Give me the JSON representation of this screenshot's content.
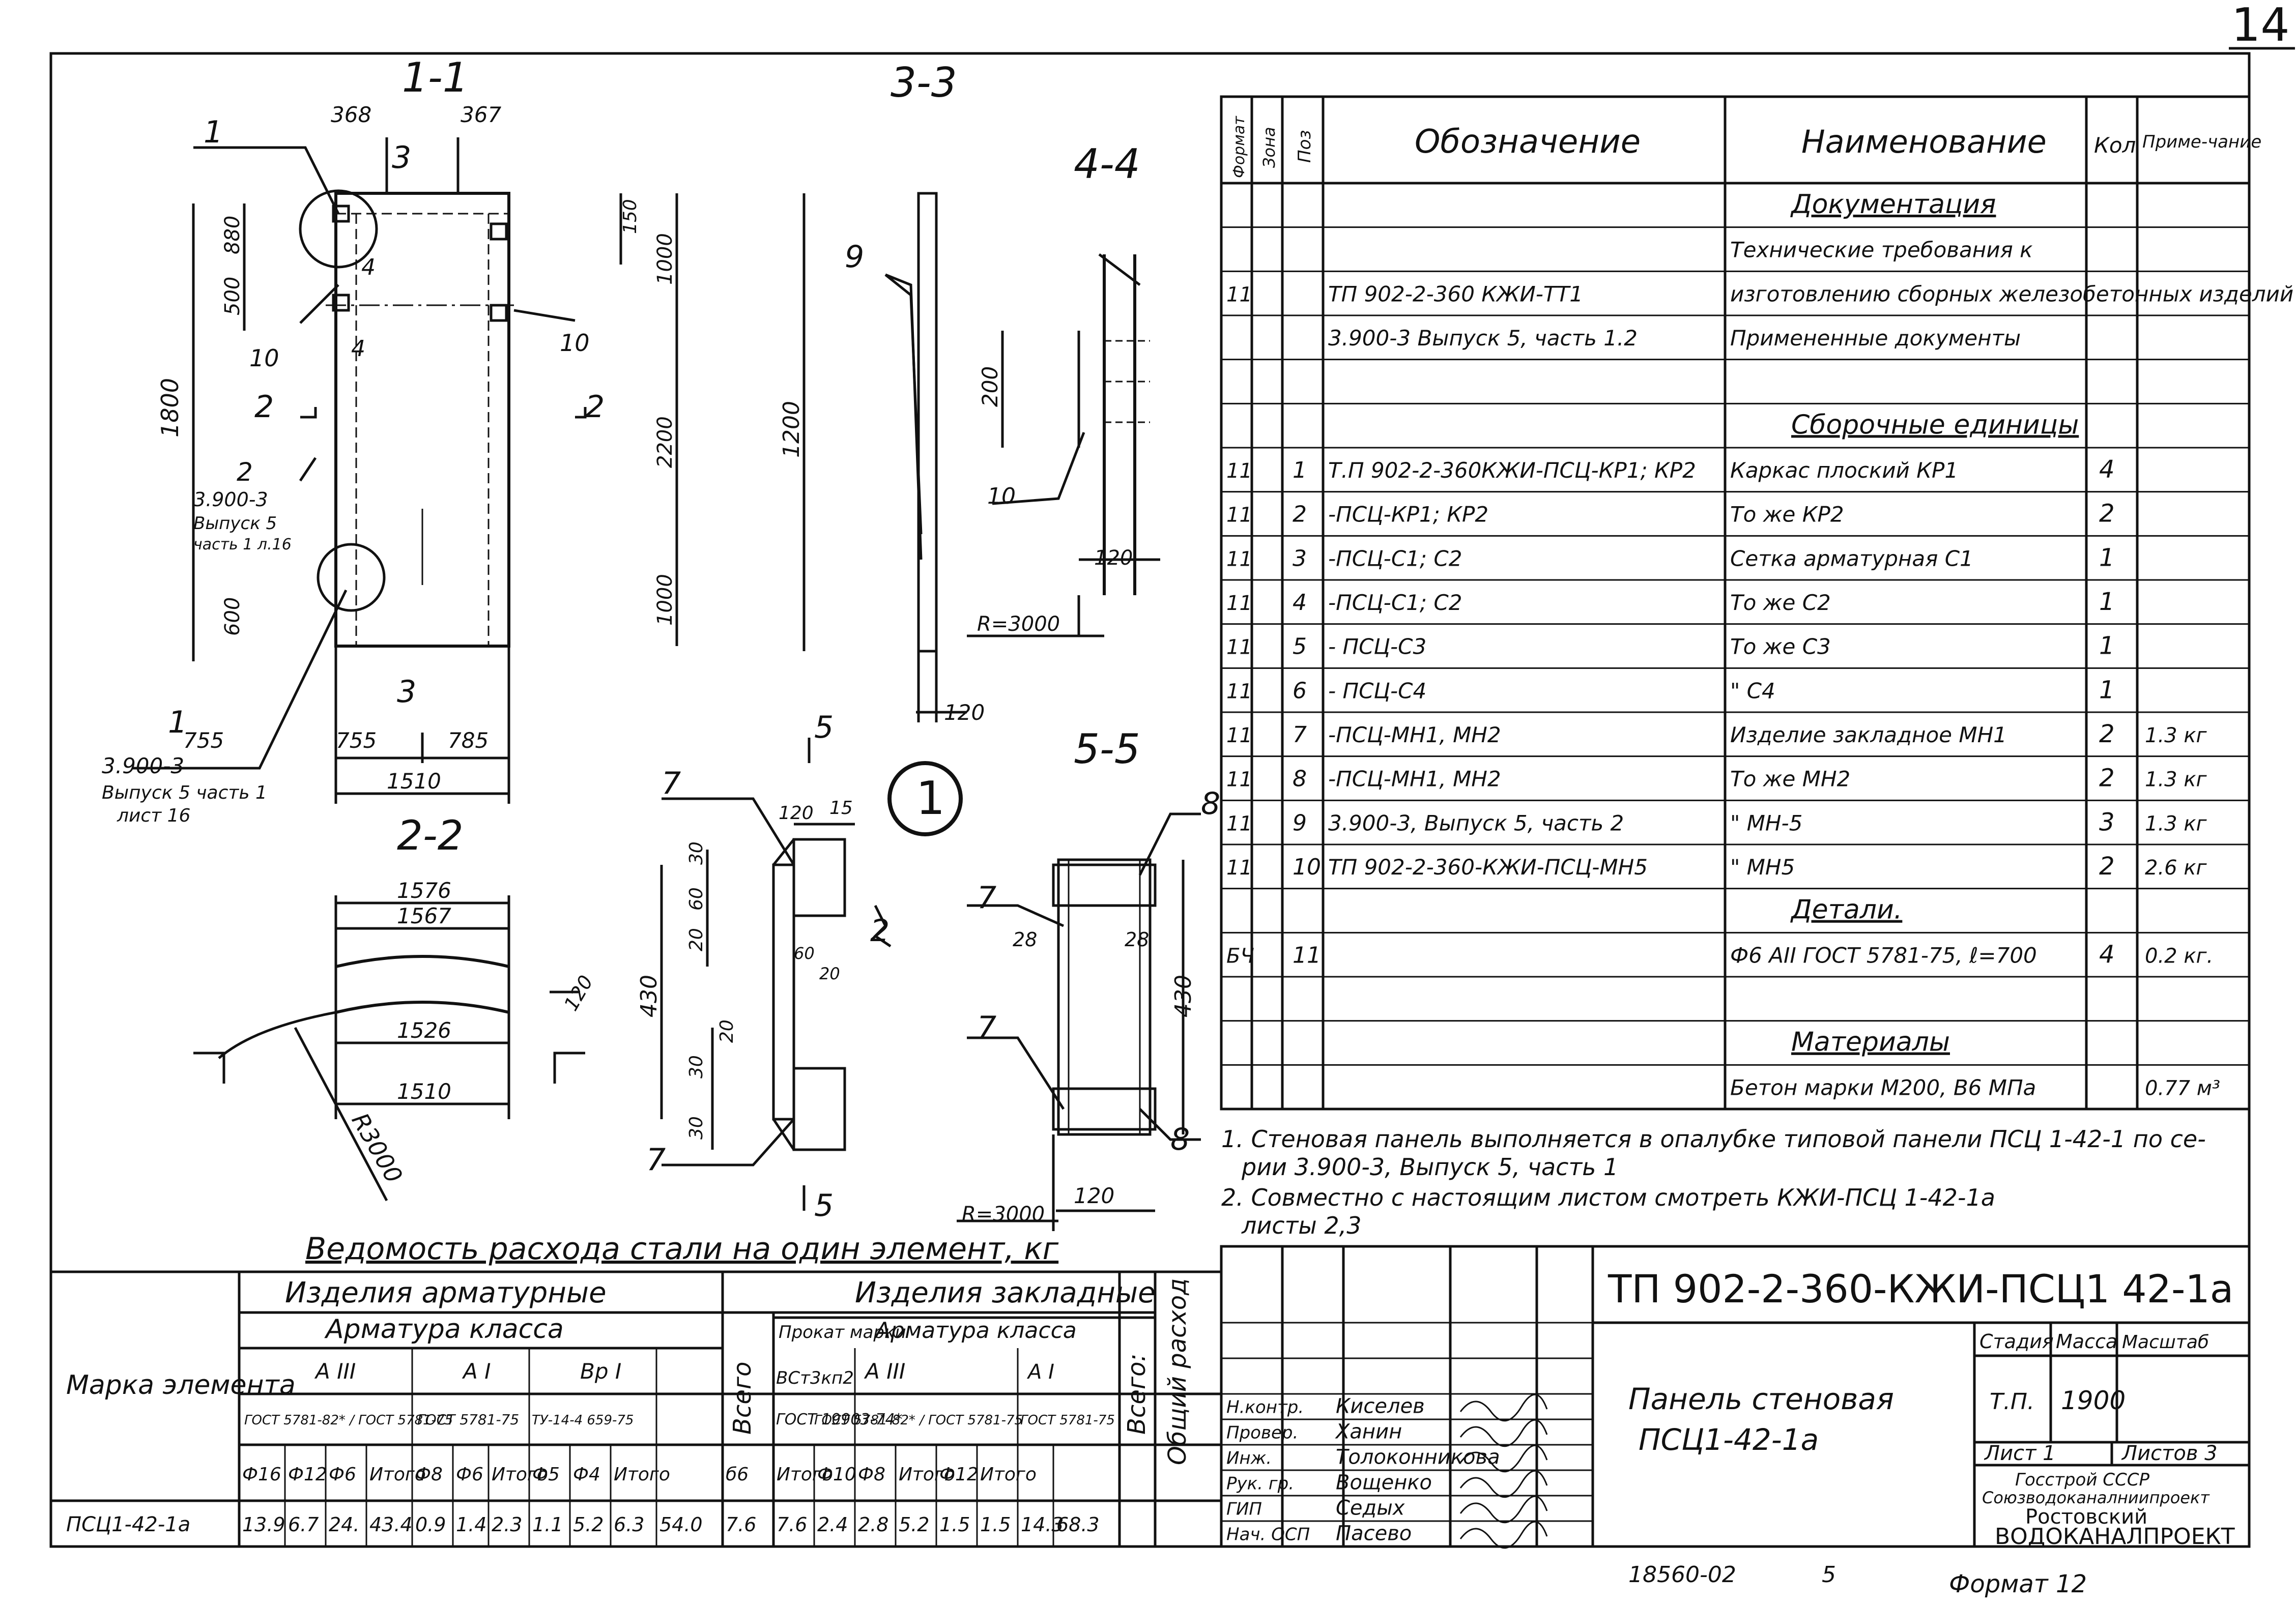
{
  "sheet": {
    "page_number": "14",
    "format": "Формат 12",
    "bottom_code": "18560-02",
    "bottom_num": "5",
    "drawing_code": "ТП 902-2-360-КЖИ-ПСЦ1 42-1а"
  },
  "sections": {
    "s11": "1-1",
    "s22": "2-2",
    "s33": "3-3",
    "s44": "4-4",
    "s55": "5-5",
    "circle": "1"
  },
  "dims": {
    "d368": "368",
    "d367": "367",
    "d880": "880",
    "d500": "500",
    "d150": "150",
    "d1000a": "1000",
    "d2200": "2200",
    "d1000b": "1000",
    "d1800": "1800",
    "d600": "600",
    "d755a": "755",
    "d755b": "785",
    "d1510": "1510",
    "d1200": "1200",
    "d200": "200",
    "d120a": "120",
    "r3000a": "R=3000",
    "d120b": "120",
    "d120c": "120",
    "d15": "15",
    "d30a": "30",
    "d60a": "60",
    "d20a": "20",
    "d60b": "60",
    "d20b": "20",
    "d430a": "430",
    "d20c": "20",
    "d30b": "30",
    "d30c": "30",
    "d28a": "28",
    "d28b": "28",
    "d430b": "430",
    "r3000b": "R=3000",
    "d120d": "120",
    "d1576": "1576",
    "d1567": "1567",
    "d1526": "1526",
    "d1510b": "1510",
    "d120e": "120",
    "r3000c": "R3000"
  },
  "labels": {
    "p1": "1",
    "p3": "3",
    "p4": "4",
    "p10a": "10",
    "p10b": "10",
    "p2a": "2",
    "p2b": "2",
    "p4b": "4",
    "p2c": "2",
    "ref2": "3.900-3",
    "ref2b": "Выпуск 5",
    "ref2c": "часть 1 л.16",
    "p1b": "1",
    "ref1a": "3.900-3",
    "ref1b": "Выпуск 5 часть 1",
    "ref1c": "лист 16",
    "p3b": "3",
    "p9": "9",
    "p10c": "10",
    "p5": "5",
    "p7a": "7",
    "p7b": "7",
    "p2d": "2",
    "p5b": "5",
    "p8a": "8",
    "p7c": "7",
    "p7d": "7",
    "p8b": "8",
    "p1c": "1"
  },
  "spec": {
    "col_format": "Формат",
    "col_zone": "Зона",
    "col_pos": "Поз",
    "col_designation": "Обозначение",
    "col_name": "Наименование",
    "col_qty": "Кол",
    "col_note": "Приме-чание",
    "rows": [
      {
        "f": "",
        "pos": "",
        "des": "",
        "name": "Документация",
        "qty": "",
        "note": ""
      },
      {
        "f": "",
        "pos": "",
        "des": "",
        "name": "Технические требования к",
        "qty": "",
        "note": ""
      },
      {
        "f": "11",
        "pos": "",
        "des": "ТП 902-2-360 КЖИ-ТТ1",
        "name": "изготовлению сборных железобетонных изделий",
        "qty": "",
        "note": ""
      },
      {
        "f": "",
        "pos": "",
        "des": "3.900-3 Выпуск 5, часть 1.2",
        "name": "Примененные документы",
        "qty": "",
        "note": ""
      },
      {
        "f": "",
        "pos": "",
        "des": "",
        "name": "",
        "qty": "",
        "note": ""
      },
      {
        "f": "",
        "pos": "",
        "des": "",
        "name": "Сборочные единицы",
        "qty": "",
        "note": ""
      },
      {
        "f": "11",
        "pos": "1",
        "des": "Т.П 902-2-360КЖИ-ПСЦ-КР1; КР2",
        "name": "Каркас плоский КР1",
        "qty": "4",
        "note": ""
      },
      {
        "f": "11",
        "pos": "2",
        "des": "-ПСЦ-КР1; КР2",
        "name": "То же КР2",
        "qty": "2",
        "note": ""
      },
      {
        "f": "11",
        "pos": "3",
        "des": "-ПСЦ-С1; С2",
        "name": "Сетка арматурная С1",
        "qty": "1",
        "note": ""
      },
      {
        "f": "11",
        "pos": "4",
        "des": "-ПСЦ-С1; С2",
        "name": "То же С2",
        "qty": "1",
        "note": ""
      },
      {
        "f": "11",
        "pos": "5",
        "des": "- ПСЦ-С3",
        "name": "То же С3",
        "qty": "1",
        "note": ""
      },
      {
        "f": "11",
        "pos": "6",
        "des": "- ПСЦ-С4",
        "name": "\" С4",
        "qty": "1",
        "note": ""
      },
      {
        "f": "11",
        "pos": "7",
        "des": "-ПСЦ-МН1, МН2",
        "name": "Изделие закладное МН1",
        "qty": "2",
        "note": "1.3 кг"
      },
      {
        "f": "11",
        "pos": "8",
        "des": "-ПСЦ-МН1, МН2",
        "name": "То же МН2",
        "qty": "2",
        "note": "1.3 кг"
      },
      {
        "f": "11",
        "pos": "9",
        "des": "3.900-3, Выпуск 5, часть 2",
        "name": "\" МН-5",
        "qty": "3",
        "note": "1.3 кг"
      },
      {
        "f": "11",
        "pos": "10",
        "des": "ТП 902-2-360-КЖИ-ПСЦ-МН5",
        "name": "\" МН5",
        "qty": "2",
        "note": "2.6 кг"
      },
      {
        "f": "",
        "pos": "",
        "des": "",
        "name": "Детали.",
        "qty": "",
        "note": ""
      },
      {
        "f": "БЧ",
        "pos": "11",
        "des": "",
        "name": "Ф6 АII ГОСТ 5781-75, ℓ=700",
        "qty": "4",
        "note": "0.2 кг."
      },
      {
        "f": "",
        "pos": "",
        "des": "",
        "name": "",
        "qty": "",
        "note": ""
      },
      {
        "f": "",
        "pos": "",
        "des": "",
        "name": "Материалы",
        "qty": "",
        "note": ""
      },
      {
        "f": "",
        "pos": "",
        "des": "",
        "name": "Бетон марки М200, В6 МПа",
        "qty": "",
        "note": "0.77 м³"
      }
    ]
  },
  "notes": {
    "n1": "1. Стеновая панель выполняется в опалубке типовой панели ПСЦ 1-42-1 по се-",
    "n1b": "рии 3.900-3, Выпуск 5, часть 1",
    "n2": "2. Совместно с настоящим листом смотреть КЖИ-ПСЦ 1-42-1а",
    "n2b": "листы 2,3"
  },
  "steel": {
    "title": "Ведомость расхода стали на один элемент, кг",
    "mark_hdr": "Марка элемента",
    "g1": "Изделия арматурные",
    "g1sub": "Арматура класса",
    "g2": "Изделия закладные",
    "prokat": "Прокат марки",
    "g2sub": "Арматура класса",
    "c_AIII": "А III",
    "c_AI": "А I",
    "c_BpI": "Вр I",
    "gost_AIII": "ГОСТ 5781-82* / ГОСТ 5781-75",
    "gost_AI": "ГОСТ 5781-75",
    "gost_BpI": "ТУ-14-4 659-75",
    "vsego1": "Всего",
    "prokat_m": "ВСт3кп2",
    "gost_prokat": "ГОСТ 19903-74*",
    "c2_AIII": "А III",
    "c2_AI": "А I",
    "gost2_AIII": "ГОСТ 5781-82* / ГОСТ 5781-75",
    "gost2_AI": "ГОСТ 5781-75",
    "vsego2": "Всего:",
    "total_hdr": "Общий расход",
    "diam": [
      "Ф16",
      "Ф12",
      "Ф6",
      "Итого",
      "Ф8",
      "Ф6",
      "Итого",
      "Ф5",
      "Ф4",
      "Итого",
      "",
      "б6",
      "Итого",
      "Ф10",
      "Ф8",
      "Итого",
      "Ф12",
      "Итого",
      "",
      ""
    ],
    "row": {
      "mark": "ПСЦ1-42-1а",
      "vals": [
        "13.9",
        "6.7",
        "24.",
        "43.4",
        "0.9",
        "1.4",
        "2.3",
        "1.1",
        "5.2",
        "6.3",
        "54.0",
        "7.6",
        "7.6",
        "2.4",
        "2.8",
        "5.2",
        "1.5",
        "1.5",
        "14.3",
        "68.3"
      ]
    }
  },
  "stamp": {
    "code": "ТП 902-2-360-КЖИ-ПСЦ1 42-1а",
    "title1": "Панель стеновая",
    "title2": "ПСЦ1-42-1а",
    "stage_h": "Стадия",
    "mass_h": "Масса",
    "scale_h": "Масштаб",
    "stage": "Т.П.",
    "mass": "1900",
    "sheet": "Лист 1",
    "sheets": "Листов 3",
    "org1": "Госстрой СССР",
    "org2": "Союзводоканалниипроект",
    "org3": "Ростовский",
    "org4": "ВОДОКАНАЛПРОЕКТ",
    "people": [
      {
        "role": "Н.контр.",
        "name": "Киселев"
      },
      {
        "role": "Провер.",
        "name": "Ханин"
      },
      {
        "role": "Инж.",
        "name": "Толоконникова"
      },
      {
        "role": "Рук. гр.",
        "name": "Вощенко"
      },
      {
        "role": "ГИП",
        "name": "Седых"
      },
      {
        "role": "Нач. ОСП",
        "name": "Пасево"
      }
    ]
  }
}
